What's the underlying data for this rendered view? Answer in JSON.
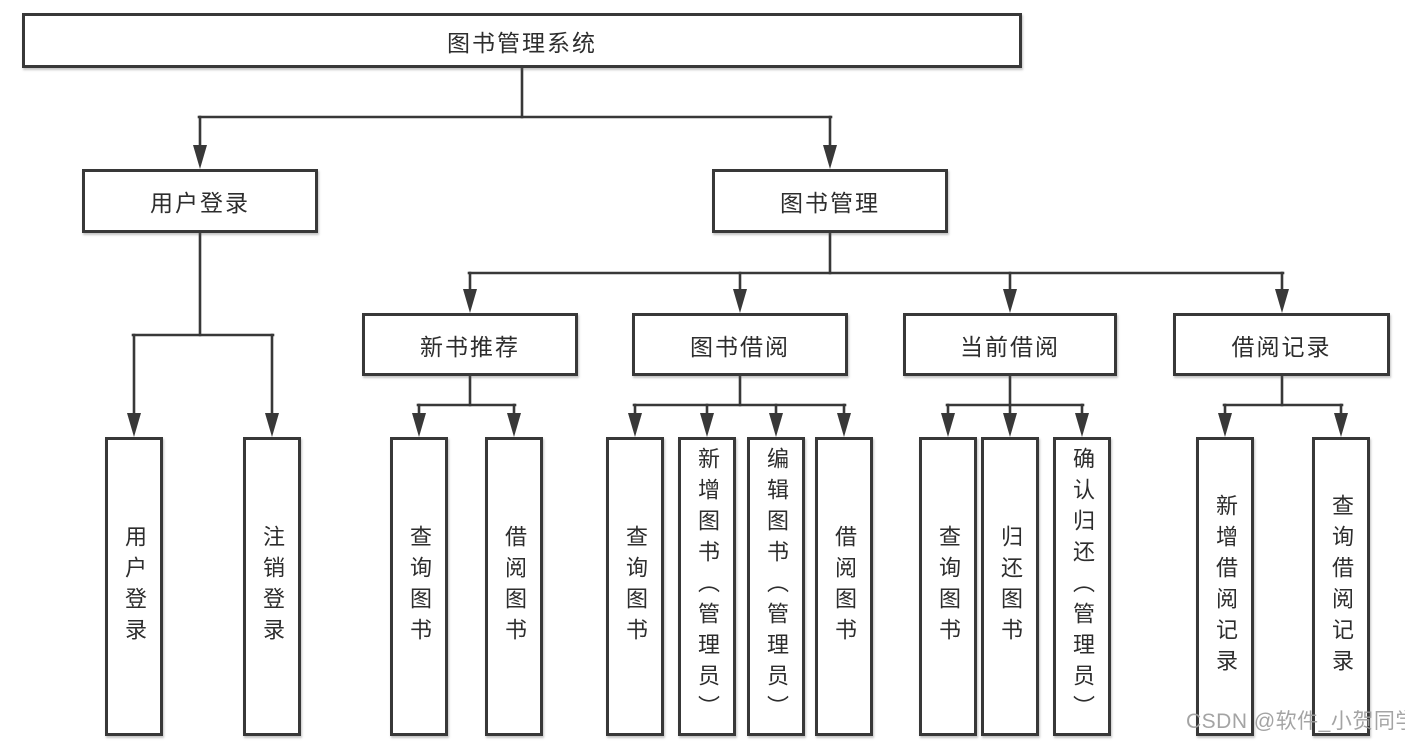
{
  "diagram": {
    "root": {
      "label": "图书管理系统"
    },
    "branches": [
      {
        "label": "用户登录",
        "children": [
          {
            "label": "用户登录"
          },
          {
            "label": "注销登录"
          }
        ]
      },
      {
        "label": "图书管理",
        "children": [
          {
            "label": "新书推荐",
            "children": [
              {
                "label": "查询图书"
              },
              {
                "label": "借阅图书"
              }
            ]
          },
          {
            "label": "图书借阅",
            "children": [
              {
                "label": "查询图书"
              },
              {
                "label": "新增图书（管理员）"
              },
              {
                "label": "编辑图书（管理员）"
              },
              {
                "label": "借阅图书"
              }
            ]
          },
          {
            "label": "当前借阅",
            "children": [
              {
                "label": "查询图书"
              },
              {
                "label": "归还图书"
              },
              {
                "label": "确认归还（管理员）"
              }
            ]
          },
          {
            "label": "借阅记录",
            "children": [
              {
                "label": "新增借阅记录"
              },
              {
                "label": "查询借阅记录"
              }
            ]
          }
        ]
      }
    ],
    "watermark": "CSDN @软件_小贺同学",
    "colors": {
      "line": "#383838",
      "text": "#2d2d2d",
      "background": "#ffffff",
      "watermark": "#9d9d9d"
    }
  }
}
